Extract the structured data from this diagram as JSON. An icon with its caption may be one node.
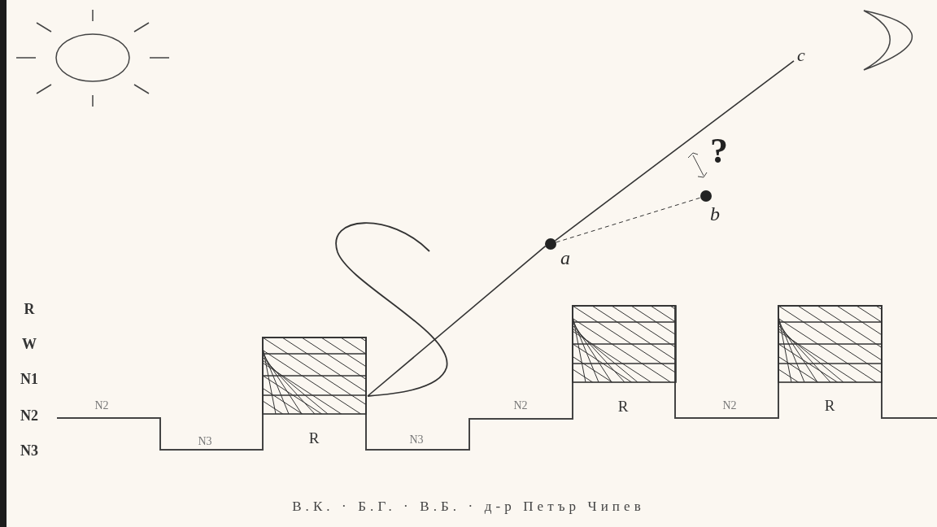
{
  "diagram": {
    "caption": "В.К. · Б.Г. · В.Б. · д-р Петър Чипев",
    "nodes": [
      {
        "text": [],
        "shape": "circle",
        "beside": [
          "a"
        ]
      },
      {
        "text": [],
        "shape": "circle",
        "beside": [
          "b"
        ]
      },
      {
        "text": [
          "c"
        ]
      },
      {
        "text": [],
        "shape": "curve"
      }
    ],
    "edges": [
      {
        "from": 3,
        "to": 0,
        "arrow": "none"
      },
      {
        "from": 0,
        "to": 2,
        "arrow": "none"
      },
      {
        "from": 0,
        "to": 1,
        "arrow": "none",
        "style": "dashed"
      }
    ],
    "labels": [
      "?",
      "R",
      "W",
      "N1",
      "N2",
      "N3",
      "N2",
      "N3",
      "R",
      "N3",
      "N2",
      "R",
      "N2",
      "R"
    ]
  }
}
